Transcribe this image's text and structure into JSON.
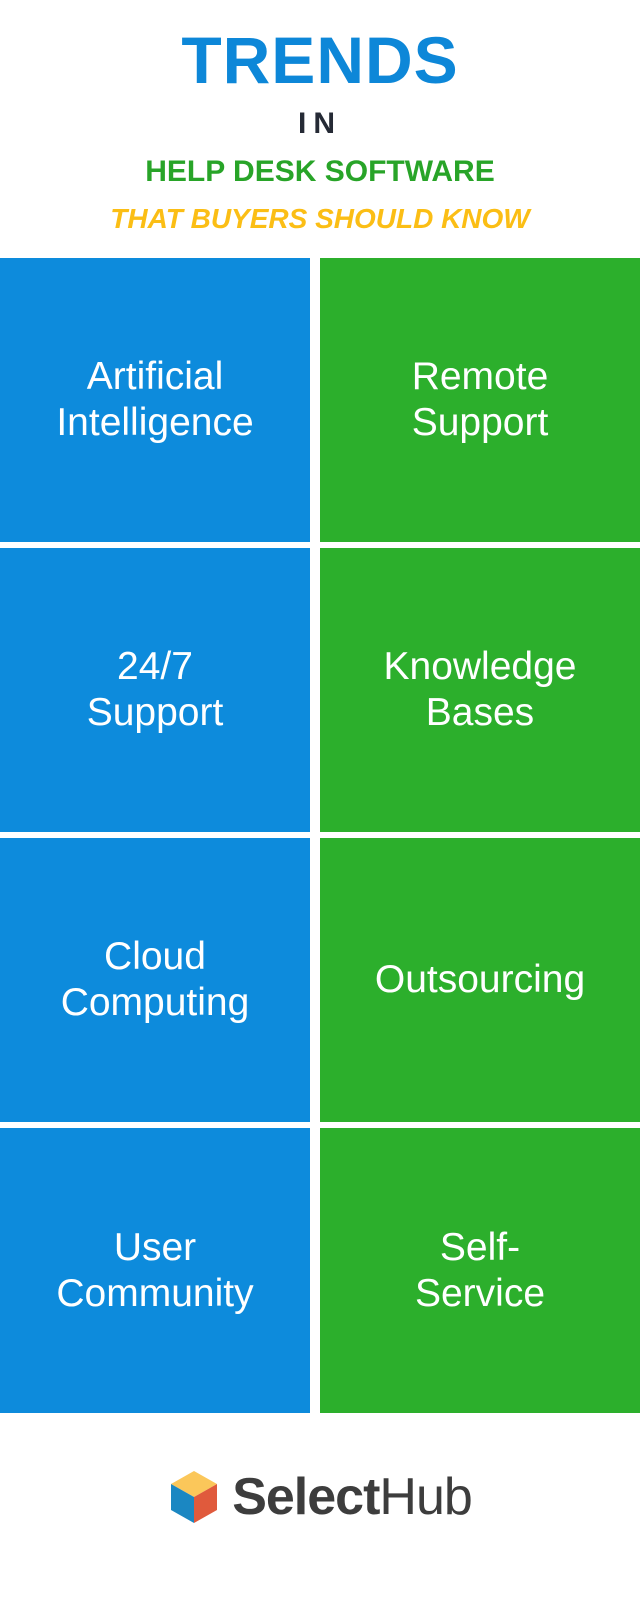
{
  "header": {
    "title_main": "TRENDS",
    "title_in": "IN",
    "title_sub": "HELP DESK SOFTWARE",
    "title_tag": "THAT BUYERS SHOULD KNOW",
    "colors": {
      "title_main": "#0D87D8",
      "title_in": "#252A35",
      "title_sub": "#28A428",
      "title_tag": "#FBBE15"
    }
  },
  "grid": {
    "columns": 2,
    "rows": 4,
    "colors": {
      "left_column": "#0D8BDC",
      "right_column": "#2CAF2C",
      "tile_text": "#FFFFFF"
    },
    "tiles": [
      {
        "label": "Artificial\nIntelligence",
        "color": "#0D8BDC",
        "column": "left",
        "row": 1
      },
      {
        "label": "Remote\nSupport",
        "color": "#2CAF2C",
        "column": "right",
        "row": 1
      },
      {
        "label": "24/7\nSupport",
        "color": "#0D8BDC",
        "column": "left",
        "row": 2
      },
      {
        "label": "Knowledge\nBases",
        "color": "#2CAF2C",
        "column": "right",
        "row": 2
      },
      {
        "label": "Cloud\nComputing",
        "color": "#0D8BDC",
        "column": "left",
        "row": 3
      },
      {
        "label": "Outsourcing",
        "color": "#2CAF2C",
        "column": "right",
        "row": 3
      },
      {
        "label": "User\nCommunity",
        "color": "#0D8BDC",
        "column": "left",
        "row": 4
      },
      {
        "label": "Self-\nService",
        "color": "#2CAF2C",
        "column": "right",
        "row": 4
      }
    ]
  },
  "footer": {
    "logo": {
      "name_bold": "Select",
      "name_light": "Hub",
      "text_color": "#3D3D3D",
      "cube_colors": {
        "top": "#FBC75A",
        "left": "#1B87C2",
        "right": "#E05A3C"
      }
    }
  }
}
